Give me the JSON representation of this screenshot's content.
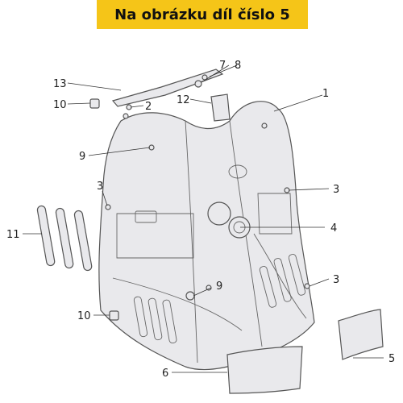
{
  "banner": {
    "text": "Na obrázku díl číslo 5"
  },
  "callouts": {
    "c1": "1",
    "c2": "2",
    "c3a": "3",
    "c3b": "3",
    "c3c": "3",
    "c4": "4",
    "c5": "5",
    "c6": "6",
    "c7": "7",
    "c8": "8",
    "c9a": "9",
    "c9b": "9",
    "c10a": "10",
    "c10b": "10",
    "c11": "11",
    "c12": "12",
    "c13": "13"
  }
}
